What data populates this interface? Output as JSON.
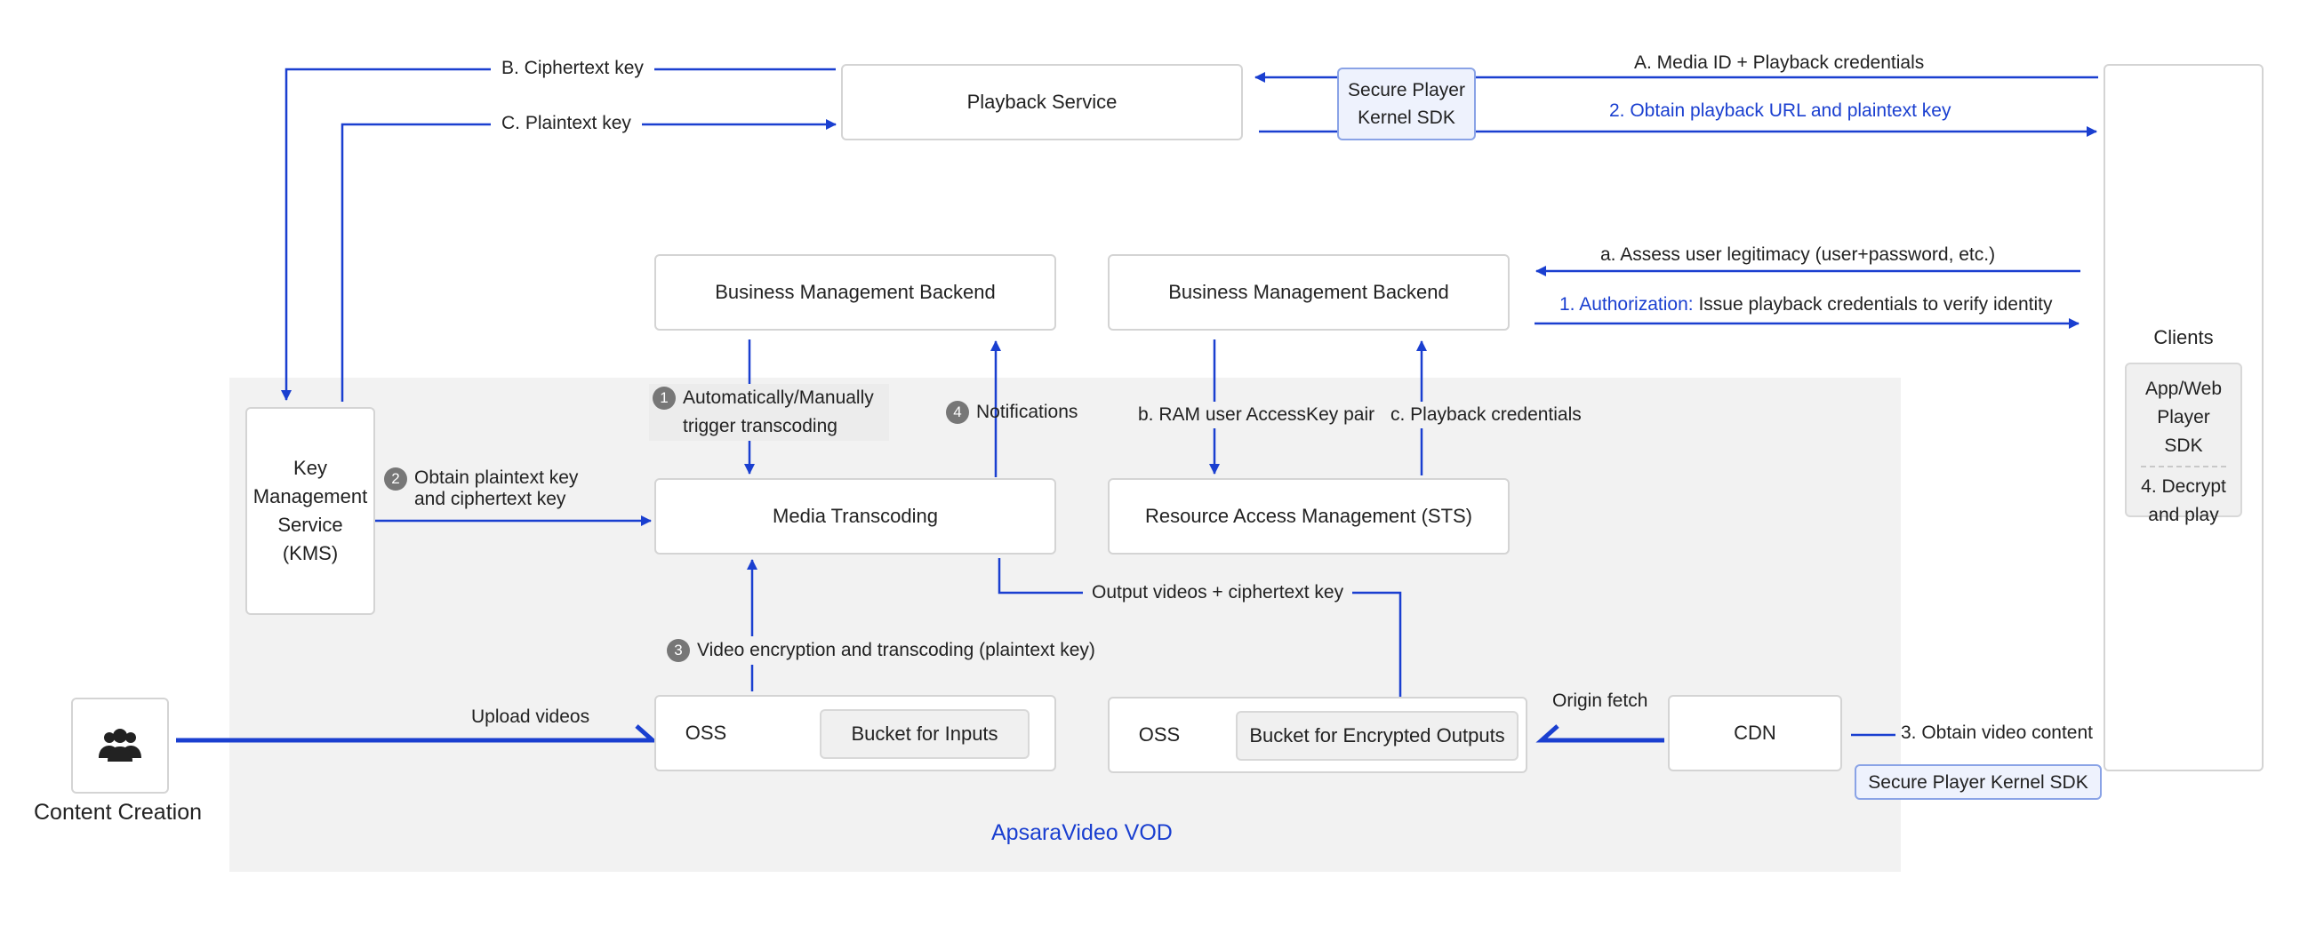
{
  "region": {
    "label": "ApsaraVideo VOD"
  },
  "content_creation": {
    "icon": "users-icon",
    "label": "Content Creation"
  },
  "services": {
    "playback": "Playback Service",
    "kms": "Key Management Service (KMS)",
    "backend_left": "Business Management Backend",
    "backend_right": "Business Management Backend",
    "transcoding": "Media Transcoding",
    "ram": "Resource Access Management (STS)",
    "oss_input": "OSS",
    "bucket_input": "Bucket for Inputs",
    "oss_output": "OSS",
    "bucket_output": "Bucket for Encrypted Outputs",
    "cdn": "CDN"
  },
  "sdk_top": "Secure Player Kernel SDK",
  "sdk_bottom": "Secure Player Kernel SDK",
  "clients": {
    "title": "Clients",
    "player_sdk": "App/Web Player SDK",
    "decrypt": "4. Decrypt and play"
  },
  "labels": {
    "ciphertext_key": "B. Ciphertext key",
    "plaintext_key": "C. Plaintext key",
    "media_id": "A. Media ID + Playback credentials",
    "obtain_url": "2. Obtain playback URL and plaintext key",
    "assess": "a. Assess user legitimacy (user+password, etc.)",
    "authorization_prefix": "1. Authorization:",
    "authorization_rest": "Issue playback credentials to verify identity",
    "trigger": "Automatically/Manually trigger transcoding",
    "trigger_num": "1",
    "notifications": "Notifications",
    "notifications_num": "4",
    "ram_keypair": "b. RAM user AccessKey pair",
    "playback_credentials": "c. Playback credentials",
    "obtain_keys": "Obtain plaintext key and ciphertext key",
    "obtain_keys_num": "2",
    "encryption": "Video encryption and transcoding (plaintext key)",
    "encryption_num": "3",
    "output_videos": "Output videos + ciphertext key",
    "upload_videos": "Upload videos",
    "origin_fetch": "Origin fetch",
    "obtain_content": "3. Obtain video content"
  },
  "colors": {
    "arrow": "#1a3fd0",
    "region_bg": "#f2f2f2",
    "box_border": "#d4d4d4"
  }
}
